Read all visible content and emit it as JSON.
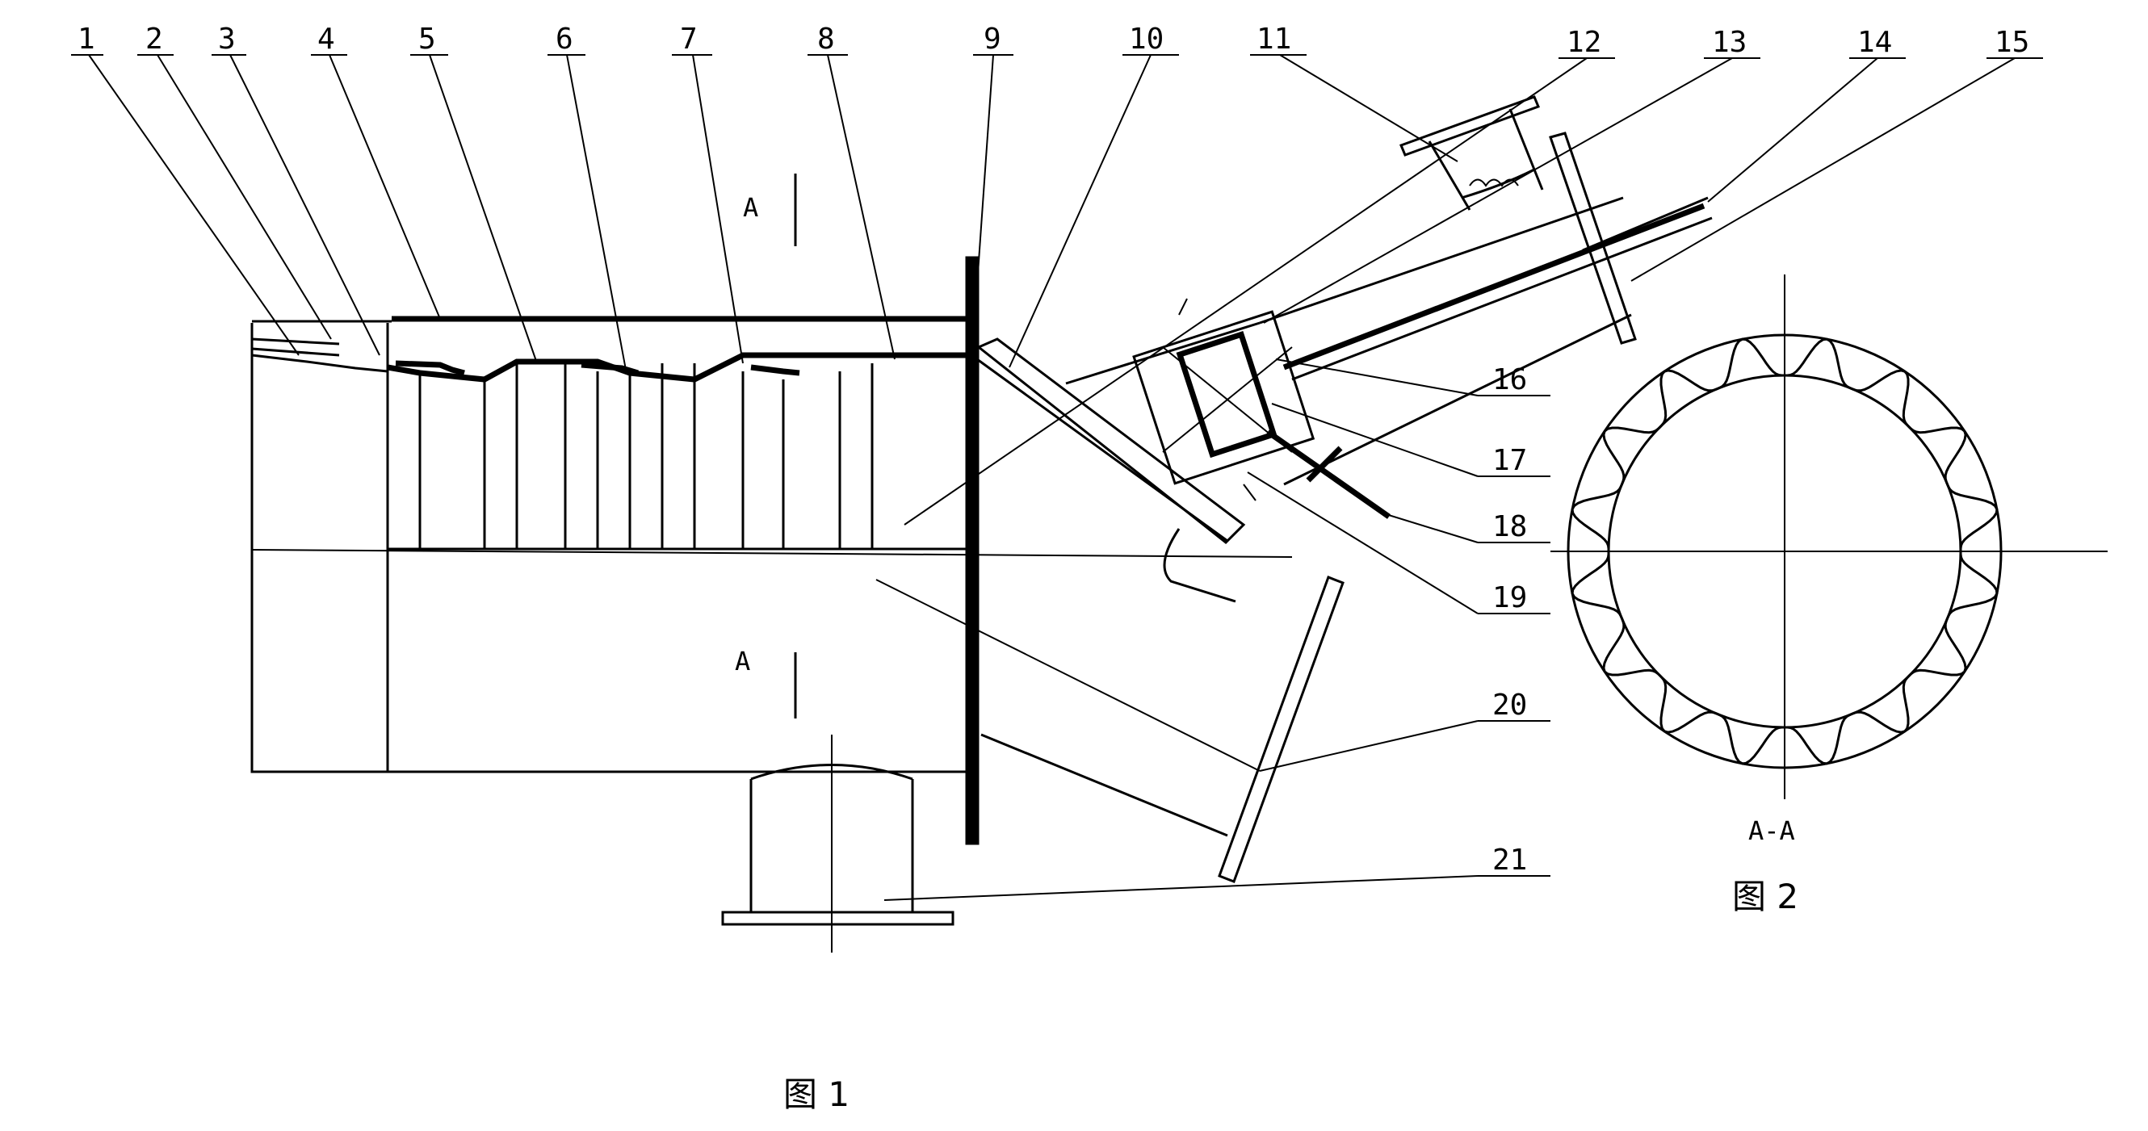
{
  "figure1": {
    "caption": "图 1",
    "section_marker_top": "A",
    "section_marker_bottom": "A",
    "callouts": [
      "1",
      "2",
      "3",
      "4",
      "5",
      "6",
      "7",
      "8",
      "9",
      "10",
      "11",
      "12",
      "13",
      "14",
      "15",
      "16",
      "17",
      "18",
      "19",
      "20",
      "21"
    ]
  },
  "figure2": {
    "caption": "图 2",
    "section_label": "A-A",
    "lobe_count": 16
  }
}
